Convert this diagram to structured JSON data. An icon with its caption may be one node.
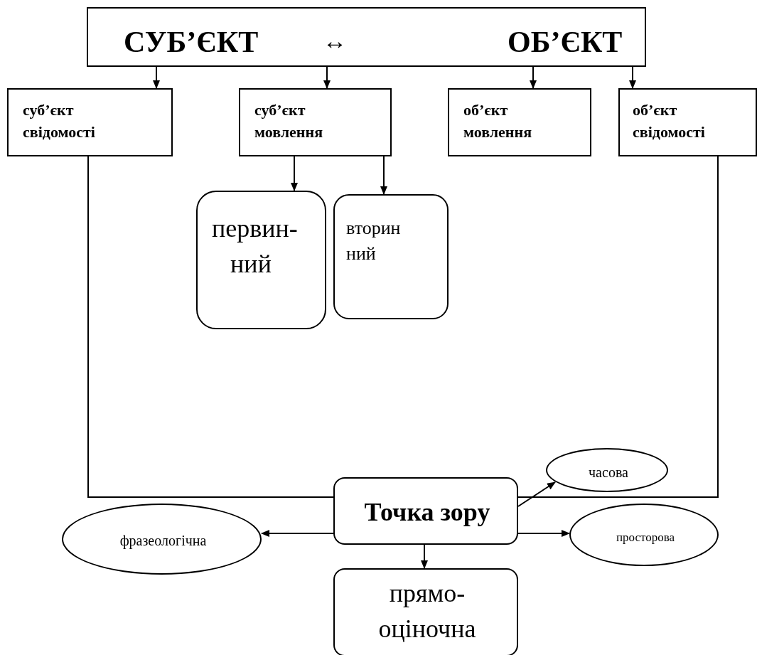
{
  "diagram": {
    "nodes": [
      {
        "text": [
          "СУБ’ЄКТ",
          "↔",
          "ОБ’ЄКТ"
        ]
      },
      {
        "text": [
          "суб’єкт свідомості"
        ]
      },
      {
        "text": [
          "суб’єкт мовлення"
        ]
      },
      {
        "text": [
          "об’єкт мовлення"
        ]
      },
      {
        "text": [
          "об’єкт свідомості"
        ]
      },
      {
        "text": [
          "первин- ний"
        ]
      },
      {
        "text": [
          "вторин ний"
        ]
      },
      {
        "text": [
          "фразеологічна"
        ]
      },
      {
        "text": [
          "Точка зору"
        ]
      },
      {
        "text": [
          "часова"
        ]
      },
      {
        "text": [
          "просторова"
        ]
      },
      {
        "text": [
          "прямо- оціночна"
        ]
      }
    ],
    "edges": [
      {
        "from": 0,
        "to": 1,
        "arrow": "to"
      },
      {
        "from": 0,
        "to": 2,
        "arrow": "to"
      },
      {
        "from": 0,
        "to": 3,
        "arrow": "to"
      },
      {
        "from": 0,
        "to": 4,
        "arrow": "to"
      },
      {
        "from": 2,
        "to": 5,
        "arrow": "to"
      },
      {
        "from": 2,
        "to": 6,
        "arrow": "to"
      },
      {
        "from": 1,
        "to": 8,
        "arrow": "none"
      },
      {
        "from": 4,
        "to": 8,
        "arrow": "none"
      },
      {
        "from": 8,
        "to": 7,
        "arrow": "to"
      },
      {
        "from": 8,
        "to": 9,
        "arrow": "to"
      },
      {
        "from": 8,
        "to": 10,
        "arrow": "to"
      },
      {
        "from": 8,
        "to": 11,
        "arrow": "to"
      }
    ]
  }
}
